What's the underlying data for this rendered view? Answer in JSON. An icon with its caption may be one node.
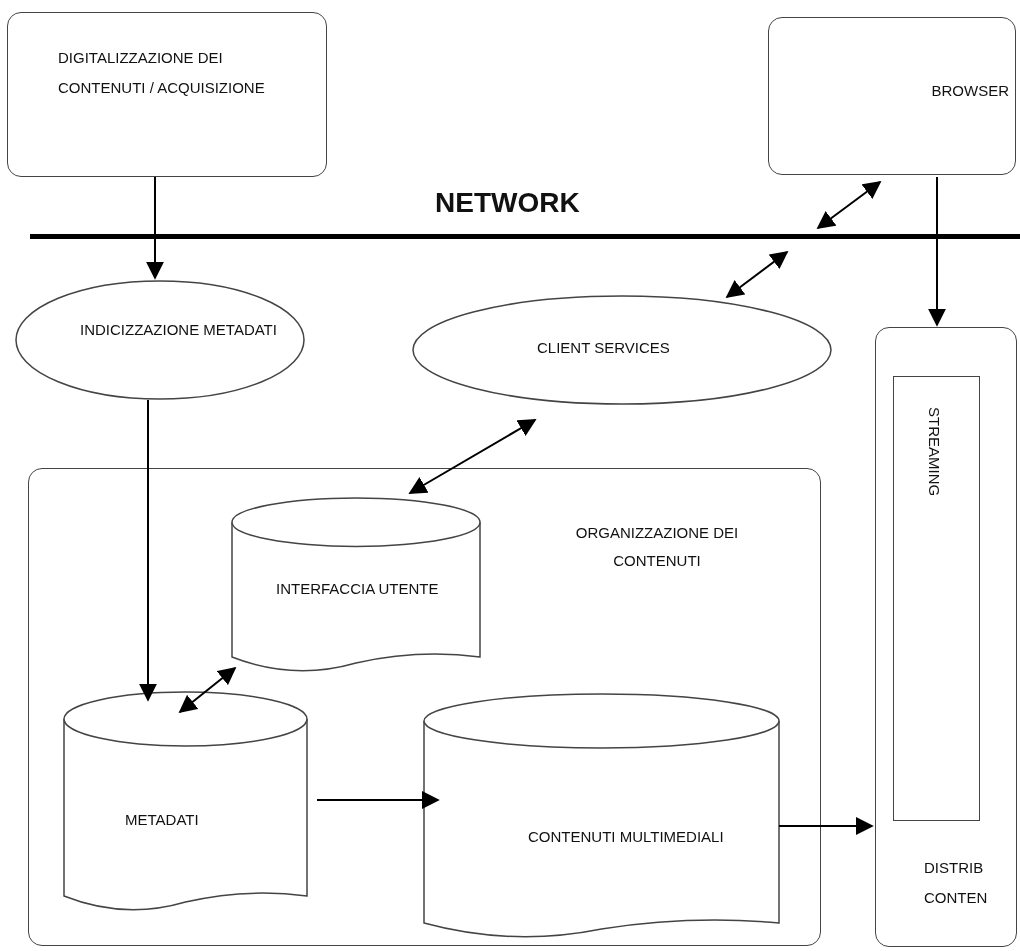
{
  "diagram": {
    "nodes": [
      {
        "text": [
          "DIGITALIZZAZIONE DEI CONTENUTI / ACQUISIZIONE"
        ]
      },
      {
        "text": [
          "BROWSER"
        ]
      },
      {
        "text": [
          "NETWORK"
        ]
      },
      {
        "text": [
          "INDICIZZAZIONE METADATI"
        ]
      },
      {
        "text": [
          "CLIENT SERVICES"
        ]
      },
      {
        "text": [
          "ORGANIZZAZIONE DEI CONTENUTI"
        ]
      },
      {
        "text": [
          "INTERFACCIA UTENTE"
        ],
        "in": 5
      },
      {
        "text": [
          "METADATI"
        ],
        "in": 5
      },
      {
        "text": [
          "CONTENUTI MULTIMEDIALI"
        ],
        "in": 5
      },
      {
        "text": [
          "DISTRIB CONTEN"
        ]
      },
      {
        "text": [
          "STREAMING"
        ],
        "in": 9
      }
    ],
    "edges": [
      {
        "from": 0,
        "to": 3,
        "arrow": "to"
      },
      {
        "from": 1,
        "to": 2,
        "arrow": "both"
      },
      {
        "from": 4,
        "to": 2,
        "arrow": "both"
      },
      {
        "from": 1,
        "to": 9,
        "arrow": "to"
      },
      {
        "from": 3,
        "to": 7,
        "arrow": "to"
      },
      {
        "from": 4,
        "to": 6,
        "arrow": "both"
      },
      {
        "from": 6,
        "to": 7,
        "arrow": "both"
      },
      {
        "from": 7,
        "to": 8,
        "arrow": "to"
      },
      {
        "from": 8,
        "to": 9,
        "arrow": "to"
      }
    ]
  }
}
